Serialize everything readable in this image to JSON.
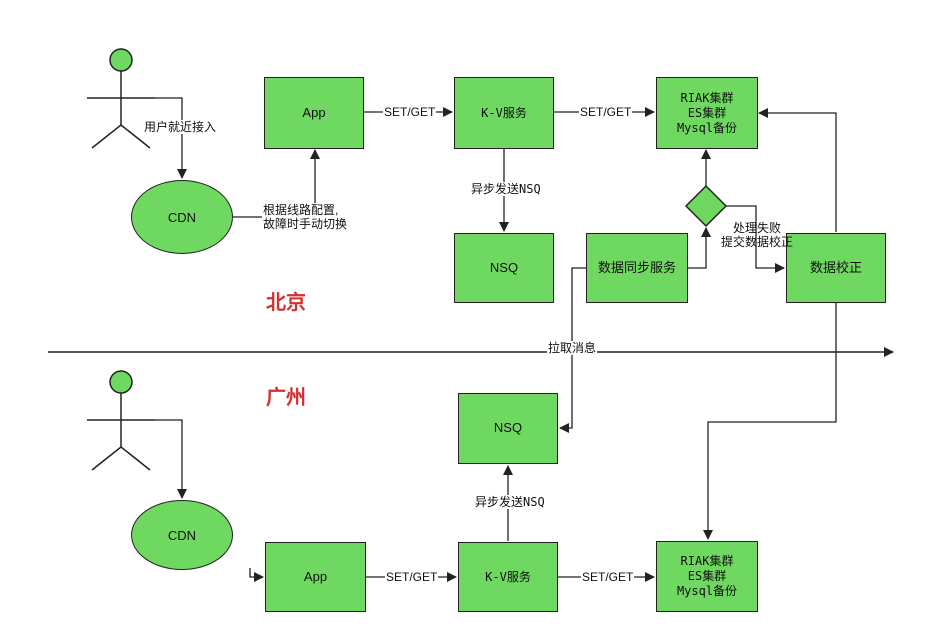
{
  "regions": {
    "beijing": "北京",
    "guangzhou": "广州"
  },
  "beijing": {
    "cdn": "CDN",
    "app": "App",
    "kv": "K-V服务",
    "storage": "RIAK集群\nES集群\nMysql备份",
    "nsq": "NSQ",
    "sync": "数据同步服务",
    "check": "数据校正",
    "label_user_access": "用户就近接入",
    "label_route": "根据线路配置,\n故障时手动切换",
    "label_setget_1": "SET/GET",
    "label_setget_2": "SET/GET",
    "label_async_nsq": "异步发送NSQ",
    "label_fail": "处理失败\n提交数据校正"
  },
  "divider_label": "拉取消息",
  "guangzhou": {
    "cdn": "CDN",
    "app": "App",
    "kv": "K-V服务",
    "storage": "RIAK集群\nES集群\nMysql备份",
    "nsq": "NSQ",
    "label_setget_1": "SET/GET",
    "label_setget_2": "SET/GET",
    "label_async_nsq": "异步发送NSQ"
  },
  "colors": {
    "node_fill": "#6ed860",
    "stroke": "#222222",
    "region_label": "#d32f2f"
  }
}
